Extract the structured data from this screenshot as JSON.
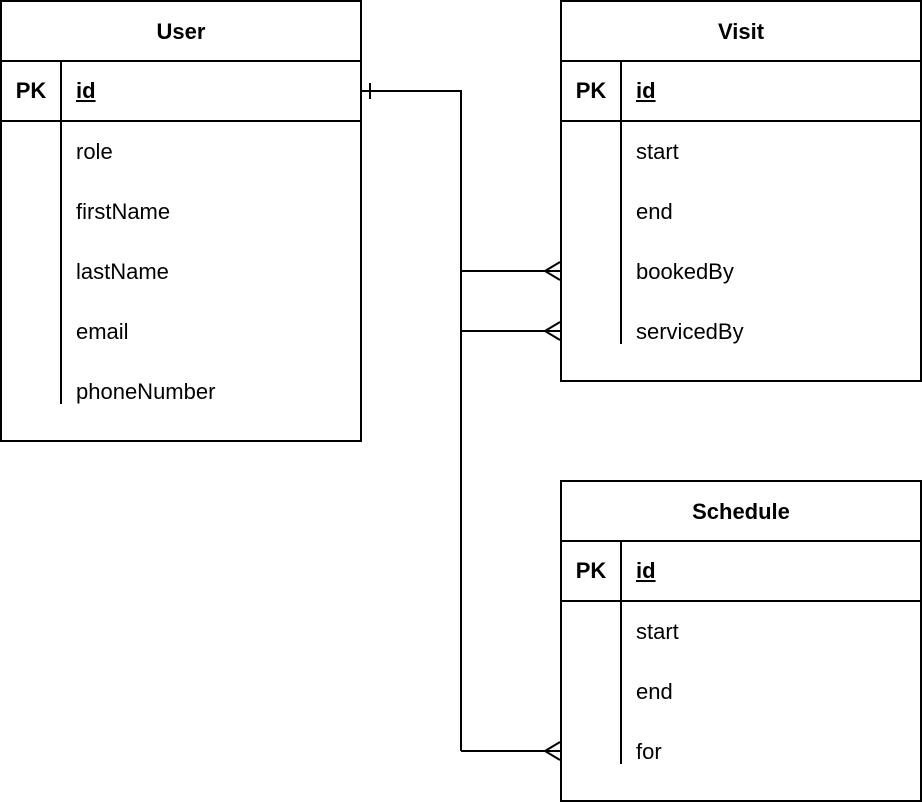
{
  "entities": {
    "user": {
      "name": "User",
      "pk_marker": "PK",
      "pk_field": "id",
      "attributes": [
        "role",
        "firstName",
        "lastName",
        "email",
        "phoneNumber"
      ]
    },
    "visit": {
      "name": "Visit",
      "pk_marker": "PK",
      "pk_field": "id",
      "attributes": [
        "start",
        "end",
        "bookedBy",
        "servicedBy"
      ]
    },
    "schedule": {
      "name": "Schedule",
      "pk_marker": "PK",
      "pk_field": "id",
      "attributes": [
        "start",
        "end",
        "for"
      ]
    }
  },
  "relationships": [
    {
      "from": "User.id",
      "from_cardinality": "one",
      "to": "Visit.bookedBy",
      "to_cardinality": "many"
    },
    {
      "from": "User.id",
      "from_cardinality": "one",
      "to": "Visit.servicedBy",
      "to_cardinality": "many"
    },
    {
      "from": "User.id",
      "from_cardinality": "one",
      "to": "Schedule.for",
      "to_cardinality": "many"
    }
  ],
  "colors": {
    "line": "#000000",
    "background": "#ffffff"
  }
}
